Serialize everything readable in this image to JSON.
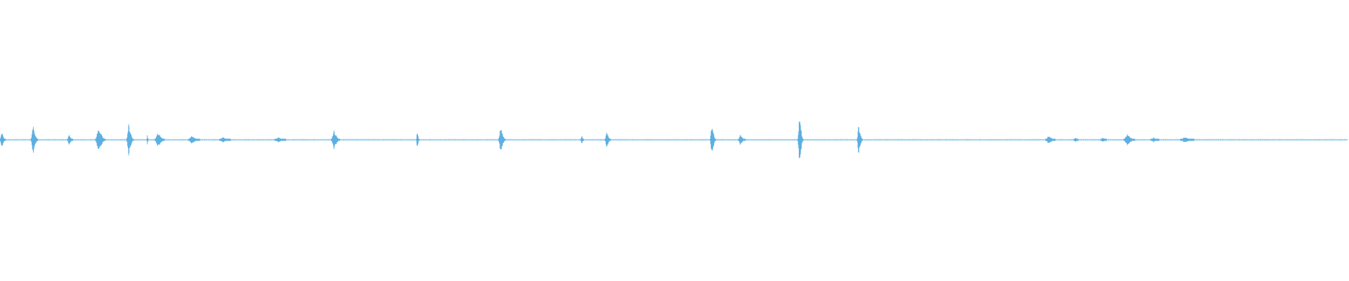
{
  "waveform": {
    "color": "#5aaee0",
    "duration": 1.0,
    "amplitude_range": [
      -1,
      1
    ],
    "segments": [
      {
        "start": 0.0,
        "end": 0.004,
        "peak": 0.05
      },
      {
        "start": 0.0005,
        "end": 0.0035,
        "peak": 0.06
      },
      {
        "start": 0.023,
        "end": 0.028,
        "peak": 0.11
      },
      {
        "start": 0.05,
        "end": 0.054,
        "peak": 0.04
      },
      {
        "start": 0.071,
        "end": 0.078,
        "peak": 0.09
      },
      {
        "start": 0.094,
        "end": 0.099,
        "peak": 0.12
      },
      {
        "start": 0.109,
        "end": 0.11,
        "peak": 0.05
      },
      {
        "start": 0.115,
        "end": 0.122,
        "peak": 0.06
      },
      {
        "start": 0.14,
        "end": 0.148,
        "peak": 0.03
      },
      {
        "start": 0.163,
        "end": 0.171,
        "peak": 0.02
      },
      {
        "start": 0.204,
        "end": 0.212,
        "peak": 0.02
      },
      {
        "start": 0.246,
        "end": 0.252,
        "peak": 0.07
      },
      {
        "start": 0.309,
        "end": 0.311,
        "peak": 0.08
      },
      {
        "start": 0.37,
        "end": 0.375,
        "peak": 0.09
      },
      {
        "start": 0.431,
        "end": 0.433,
        "peak": 0.04
      },
      {
        "start": 0.449,
        "end": 0.453,
        "peak": 0.06
      },
      {
        "start": 0.527,
        "end": 0.531,
        "peak": 0.12
      },
      {
        "start": 0.548,
        "end": 0.553,
        "peak": 0.04
      },
      {
        "start": 0.592,
        "end": 0.596,
        "peak": 0.18
      },
      {
        "start": 0.636,
        "end": 0.64,
        "peak": 0.11
      },
      {
        "start": 0.776,
        "end": 0.783,
        "peak": 0.03
      },
      {
        "start": 0.797,
        "end": 0.8,
        "peak": 0.02
      },
      {
        "start": 0.817,
        "end": 0.821,
        "peak": 0.02
      },
      {
        "start": 0.834,
        "end": 0.842,
        "peak": 0.04
      },
      {
        "start": 0.854,
        "end": 0.86,
        "peak": 0.02
      },
      {
        "start": 0.876,
        "end": 0.886,
        "peak": 0.02
      }
    ]
  }
}
